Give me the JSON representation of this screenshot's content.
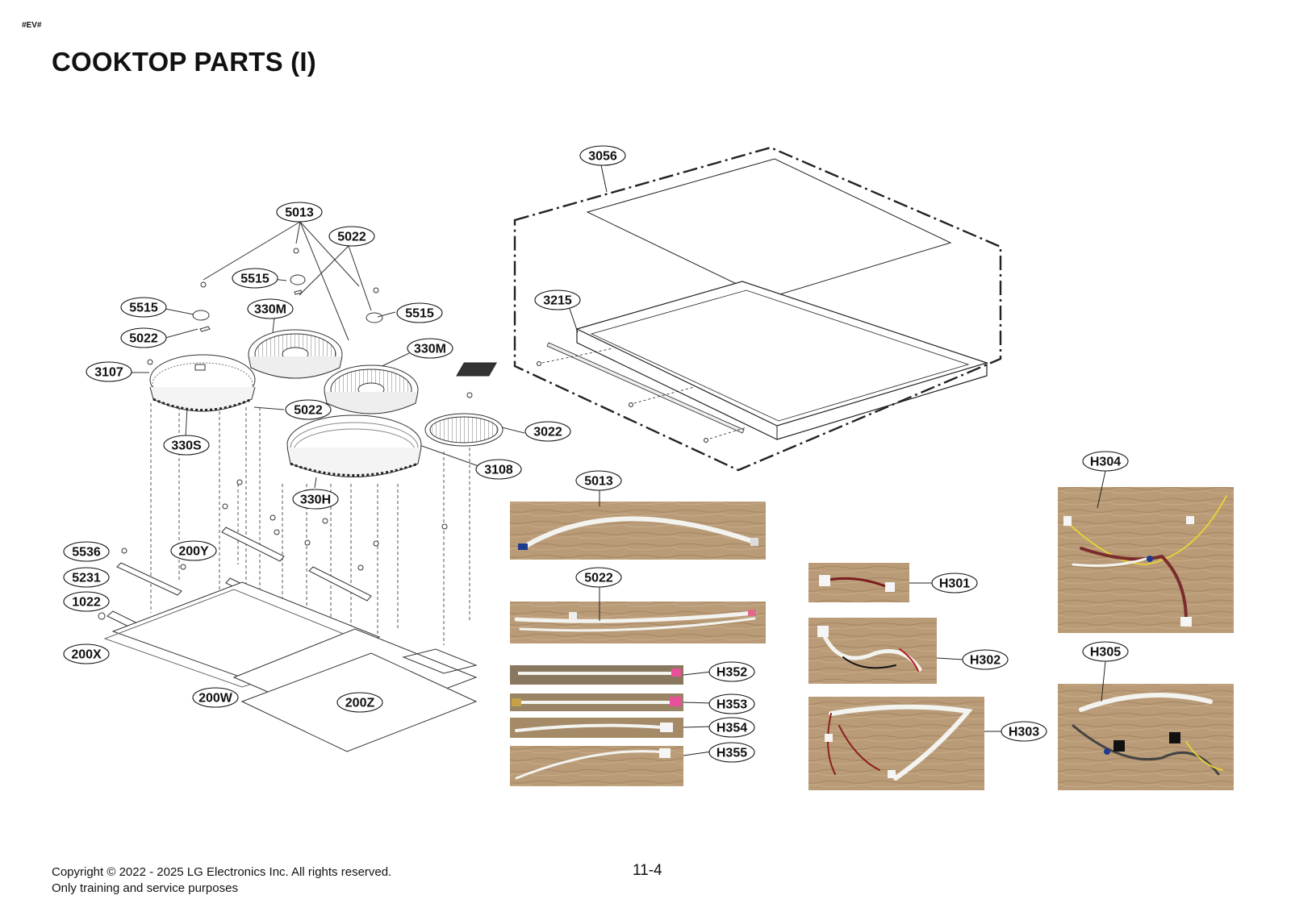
{
  "header": {
    "tag": "#EV#",
    "title": "COOKTOP PARTS (I)"
  },
  "footer": {
    "copyright": "Copyright © 2022 - 2025 LG Electronics Inc. All rights reserved.",
    "purpose": "Only training and service purposes",
    "page_number": "11-4"
  },
  "callouts": {
    "c5013_top": "5013",
    "c5022_top": "5022",
    "c5515_a": "5515",
    "c5515_b": "5515",
    "c5515_c": "5515",
    "c5022_left": "5022",
    "c330m_a": "330M",
    "c330m_b": "330M",
    "c3107": "3107",
    "c5022_mid": "5022",
    "c330s": "330S",
    "c3022": "3022",
    "c3108": "3108",
    "c330h": "330H",
    "c5536": "5536",
    "c200y": "200Y",
    "c5231": "5231",
    "c1022": "1022",
    "c200x": "200X",
    "c200w": "200W",
    "c200z": "200Z",
    "c3056": "3056",
    "c3215": "3215",
    "c5013_photo": "5013",
    "c5022_photo": "5022",
    "ch352": "H352",
    "ch353": "H353",
    "ch354": "H354",
    "ch355": "H355",
    "ch301": "H301",
    "ch302": "H302",
    "ch303": "H303",
    "ch304": "H304",
    "ch305": "H305"
  },
  "colors": {
    "wood": "#b89a77",
    "wood_dark": "#9f8262",
    "wire_white": "#f2f2ee",
    "connector_pink": "#e8509a"
  }
}
